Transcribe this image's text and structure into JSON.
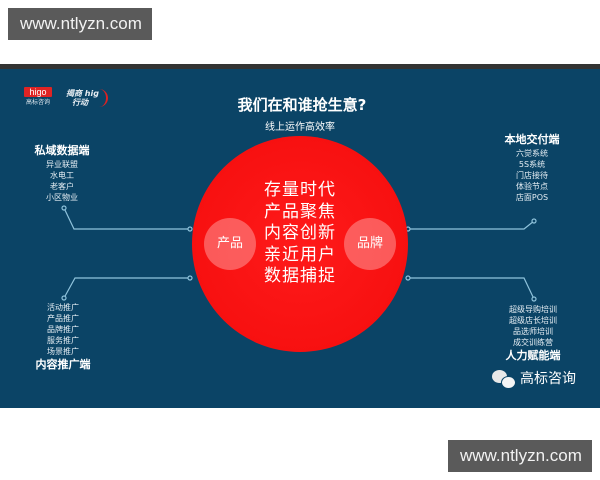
{
  "watermarks": {
    "top": "www.ntlyzn.com",
    "bottom": "www.ntlyzn.com"
  },
  "logos": {
    "higo": {
      "text": "higo",
      "subtitle": "高标咨询",
      "color": "#e02424"
    },
    "action": {
      "line1": "揭商 hig",
      "line2": "行动"
    }
  },
  "header": {
    "title": "我们在和谁抢生意?",
    "subtitle": "线上运作高效率"
  },
  "center": {
    "lines": [
      "存量时代",
      "产品聚焦",
      "内容创新",
      "亲近用户",
      "数据捕捉"
    ],
    "left_bubble": "产品",
    "right_bubble": "品牌",
    "color": "#f60f0f"
  },
  "groups": {
    "private_data": {
      "title": "私域数据端",
      "items": [
        "异业联盟",
        "水电工",
        "老客户",
        "小区物业"
      ]
    },
    "local_delivery": {
      "title": "本地交付端",
      "items": [
        "六觉系统",
        "5S系统",
        "门店接待",
        "体验节点",
        "店面POS"
      ]
    },
    "content_promotion": {
      "title": "内容推广端",
      "items": [
        "活动推广",
        "产品推广",
        "品牌推广",
        "服务推广",
        "场景推广"
      ]
    },
    "hr_empowerment": {
      "title": "人力赋能端",
      "items": [
        "超级导购培训",
        "超级店长培训",
        "品选师培训",
        "成交训练营"
      ]
    }
  },
  "footer": {
    "brand": "高标咨询",
    "icon": "wechat-icon"
  },
  "colors": {
    "background": "#0b4466",
    "line": "#8fc3dc",
    "watermark": "#5a5a5a"
  }
}
